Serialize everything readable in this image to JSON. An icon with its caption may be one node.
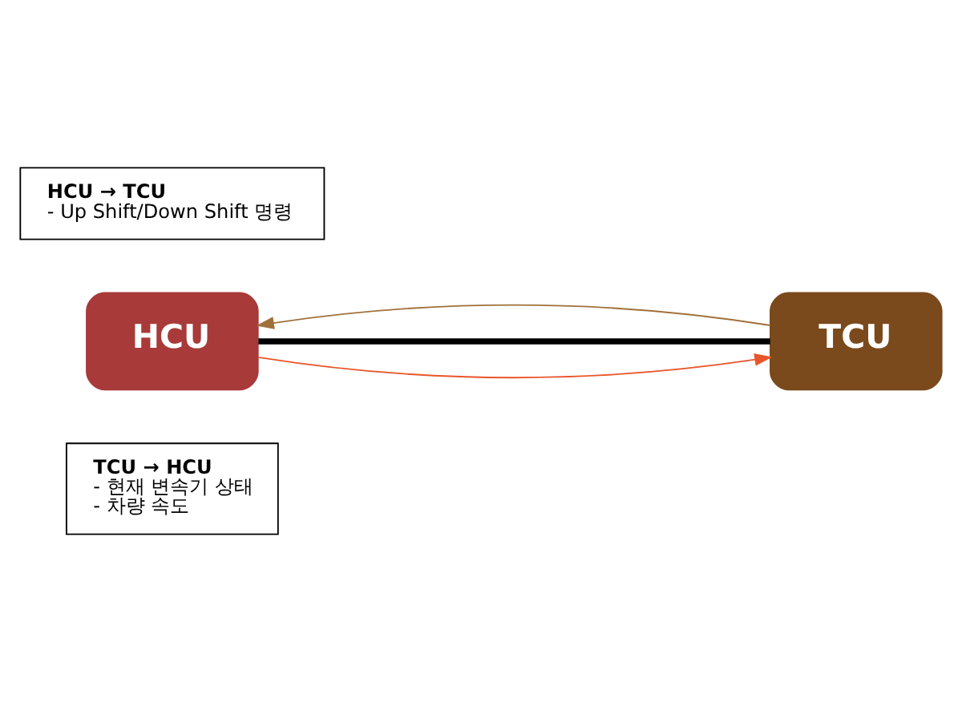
{
  "diagram": {
    "nodes": [
      {
        "text": [
          "HCU"
        ]
      },
      {
        "text": [
          "TCU"
        ]
      },
      {
        "text": [
          "HCU → TCU",
          "- Up Shift/Down Shift 명령"
        ]
      },
      {
        "text": [
          "TCU → HCU",
          "- 현재 변속기 상태",
          "- 차량 속도"
        ]
      }
    ],
    "edges": [
      {
        "from": 0,
        "to": 1,
        "arrow": "to",
        "color": "#e8552a"
      },
      {
        "from": 0,
        "to": 1,
        "arrow": "none",
        "style": "thick",
        "color": "#000000"
      },
      {
        "from": 1,
        "to": 0,
        "arrow": "to",
        "color": "#a0703a"
      }
    ]
  }
}
